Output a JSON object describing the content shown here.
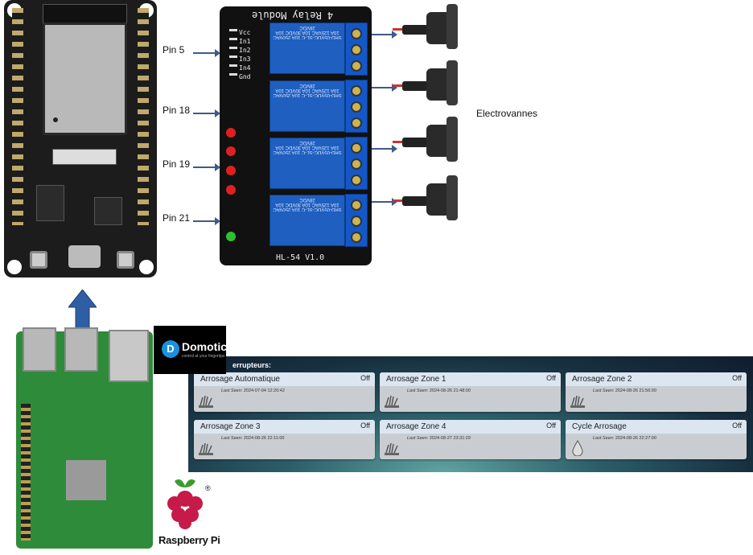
{
  "pins": [
    "Pin 5",
    "Pin 18",
    "Pin 19",
    "Pin 21"
  ],
  "relay_module": {
    "title": "4 Relay Module",
    "footer": "HL-54 V1.0",
    "header_pins": [
      "Vcc",
      "In1",
      "In2",
      "In3",
      "In4",
      "Gnd"
    ],
    "relay_text": "SRD-05VDC-SL-C 10A 250VAC 10A 125VAC 10A 30VDC 10A 28VDC"
  },
  "valves_label": "Electrovannes",
  "raspberry": {
    "label": "Raspberry Pi"
  },
  "domoticz": {
    "logo_name": "Domoticz",
    "logo_tagline": "control at your fingertips",
    "section_title": "errupteurs:",
    "last_seen_label": "Last Seen:",
    "switches": [
      {
        "name": "Arrosage Automatique",
        "state": "Off",
        "last_seen": "2024-07-04 12:20:42",
        "icon": "grass-sprinkler-icon"
      },
      {
        "name": "Arrosage Zone 1",
        "state": "Off",
        "last_seen": "2024-08-26 21:48:00",
        "icon": "grass-sprinkler-icon"
      },
      {
        "name": "Arrosage Zone 2",
        "state": "Off",
        "last_seen": "2024-08-26 21:56:00",
        "icon": "grass-sprinkler-icon"
      },
      {
        "name": "Arrosage Zone 3",
        "state": "Off",
        "last_seen": "2024-08-26 22:11:00",
        "icon": "grass-sprinkler-icon"
      },
      {
        "name": "Arrosage Zone 4",
        "state": "Off",
        "last_seen": "2024-08-27 23:31:29",
        "icon": "grass-sprinkler-icon"
      },
      {
        "name": "Cycle Arrosage",
        "state": "Off",
        "last_seen": "2024-08-26 22:27:00",
        "icon": "water-drop-icon"
      }
    ]
  }
}
